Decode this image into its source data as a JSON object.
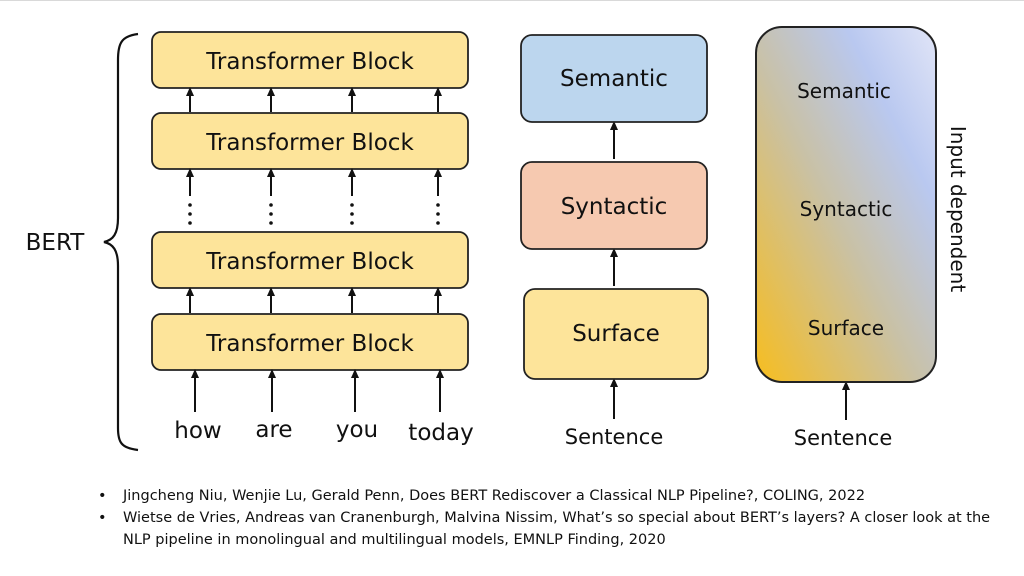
{
  "bert_label": "BERT",
  "transformer_blocks": [
    "Transformer Block",
    "Transformer Block",
    "Transformer Block",
    "Transformer Block"
  ],
  "input_tokens": [
    "how",
    "are",
    "you",
    "today"
  ],
  "pipeline_layers": [
    "Semantic",
    "Syntactic",
    "Surface"
  ],
  "pipeline_input": "Sentence",
  "gradient_layers": [
    "Semantic",
    "Syntactic",
    "Surface"
  ],
  "gradient_input": "Sentence",
  "gradient_side_label": "Input dependent",
  "references": [
    "Jingcheng Niu, Wenjie Lu, Gerald Penn, Does BERT Rediscover a Classical NLP Pipeline?, COLING, 2022",
    "Wietse de Vries, Andreas van Cranenburgh, Malvina Nissim, What’s so special about BERT’s layers? A closer look at the NLP pipeline in monolingual and multilingual models, EMNLP Finding, 2020"
  ],
  "colors": {
    "block_fill": "#fde49a",
    "semantic_fill": "#bcd6ee",
    "syntactic_fill": "#f6c9b0",
    "surface_fill": "#fde49a",
    "gradient_yellow": "#f7bd1e",
    "gradient_blue": "#b9c8f0"
  }
}
